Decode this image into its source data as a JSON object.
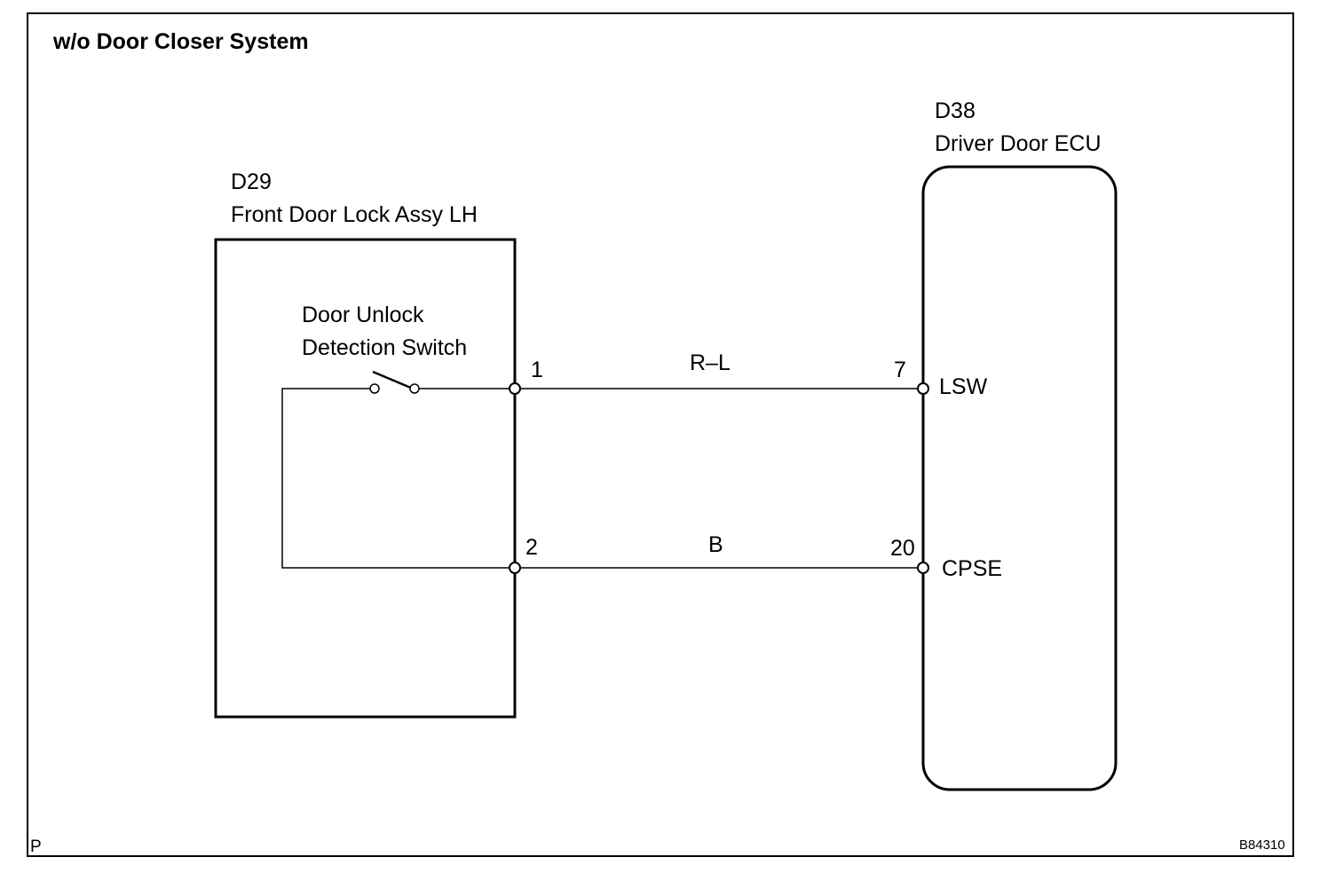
{
  "title": "w/o Door Closer System",
  "components": {
    "lock_assy": {
      "code": "D29",
      "name": "Front Door Lock Assy LH"
    },
    "switch": {
      "line1": "Door Unlock",
      "line2": "Detection Switch"
    },
    "ecu": {
      "code": "D38",
      "name": "Driver Door ECU"
    }
  },
  "terminals": {
    "lock_pin_1": "1",
    "lock_pin_2": "2",
    "ecu_pin_7": "7",
    "ecu_pin_20": "20",
    "ecu_lsw": "LSW",
    "ecu_cpse": "CPSE"
  },
  "wires": {
    "top": "R–L",
    "bottom": "B"
  },
  "footer": {
    "left_mark": "P",
    "figure_code": "B84310"
  },
  "colors": {
    "line": "#000000",
    "background": "#ffffff"
  }
}
